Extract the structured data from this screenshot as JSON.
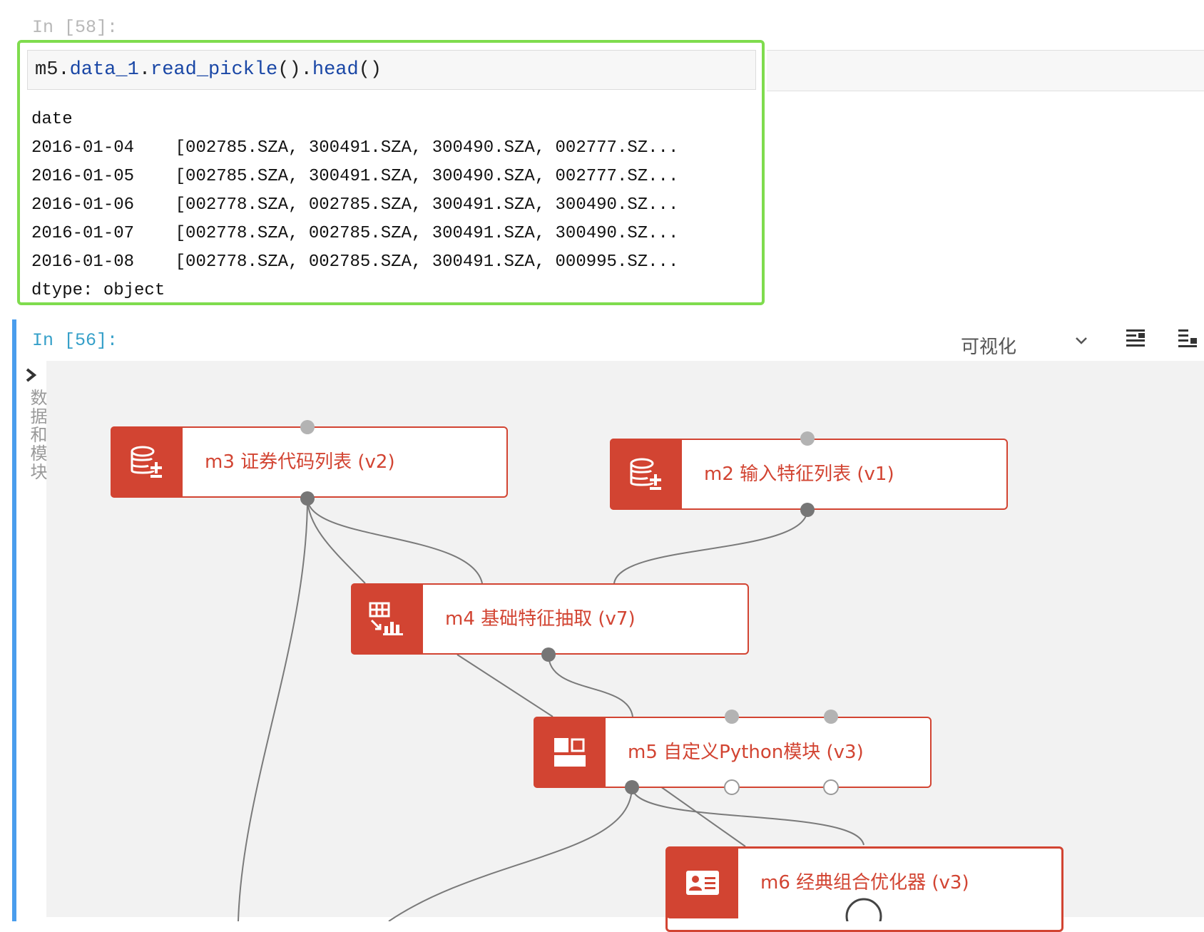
{
  "cell_58": {
    "prompt": "In [58]:",
    "code": {
      "obj": "m5",
      "dot1": ".",
      "attr1": "data_1",
      "dot2": ".",
      "attr2": "read_pickle",
      "paren1": "()",
      "dot3": ".",
      "attr3": "head",
      "paren2": "()"
    },
    "output": {
      "header": "date",
      "rows": [
        {
          "date": "2016-01-04",
          "value": "[002785.SZA, 300491.SZA, 300490.SZA, 002777.SZ..."
        },
        {
          "date": "2016-01-05",
          "value": "[002785.SZA, 300491.SZA, 300490.SZA, 002777.SZ..."
        },
        {
          "date": "2016-01-06",
          "value": "[002778.SZA, 002785.SZA, 300491.SZA, 300490.SZ..."
        },
        {
          "date": "2016-01-07",
          "value": "[002778.SZA, 002785.SZA, 300491.SZA, 300490.SZ..."
        },
        {
          "date": "2016-01-08",
          "value": "[002778.SZA, 002785.SZA, 300491.SZA, 000995.SZ..."
        }
      ],
      "footer": "dtype: object"
    }
  },
  "cell_56": {
    "prompt": "In [56]:",
    "view_select": "可视化",
    "side_panel_label": "数据和模块",
    "toolbar_icons": [
      "chevron-down-icon",
      "align-top-icon",
      "align-bottom-icon"
    ],
    "nodes": [
      {
        "id": "m3",
        "label": "m3 证券代码列表 (v2)",
        "icon": "database-add-icon"
      },
      {
        "id": "m2",
        "label": "m2 输入特征列表 (v1)",
        "icon": "database-add-icon"
      },
      {
        "id": "m4",
        "label": "m4 基础特征抽取 (v7)",
        "icon": "feature-extract-icon"
      },
      {
        "id": "m5",
        "label": "m5 自定义Python模块 (v3)",
        "icon": "python-module-icon"
      },
      {
        "id": "m6",
        "label": "m6 经典组合优化器 (v3)",
        "icon": "contact-card-icon"
      }
    ],
    "accent_color": "#d24432",
    "selected_border_color": "#7fdc4e",
    "prompt_color": "#36a0c9"
  }
}
